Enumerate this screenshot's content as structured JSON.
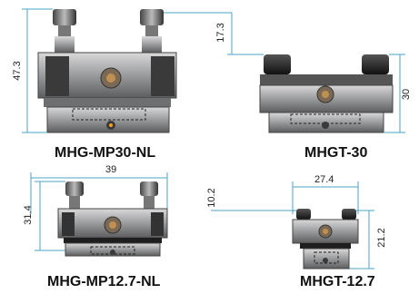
{
  "products": [
    {
      "label": "MHG-MP30-NL"
    },
    {
      "label": "MHGT-30"
    },
    {
      "label": "MHG-MP12.7-NL"
    },
    {
      "label": "MHGT-12.7"
    }
  ],
  "dimensions": {
    "mhgmp30_height": "47.3",
    "mhgt30_offset": "17.3",
    "mhgt30_height": "30",
    "mhgmp127_width": "39",
    "mhgmp127_height": "31.4",
    "mhgt127_offset": "10.2",
    "mhgt127_width": "27.4",
    "mhgt127_height": "21.2"
  },
  "colors": {
    "body_gray": "#8e8f91",
    "dark": "#2a2a2a",
    "dim_line": "#4aa3c8",
    "hole": "#f5a11a"
  }
}
